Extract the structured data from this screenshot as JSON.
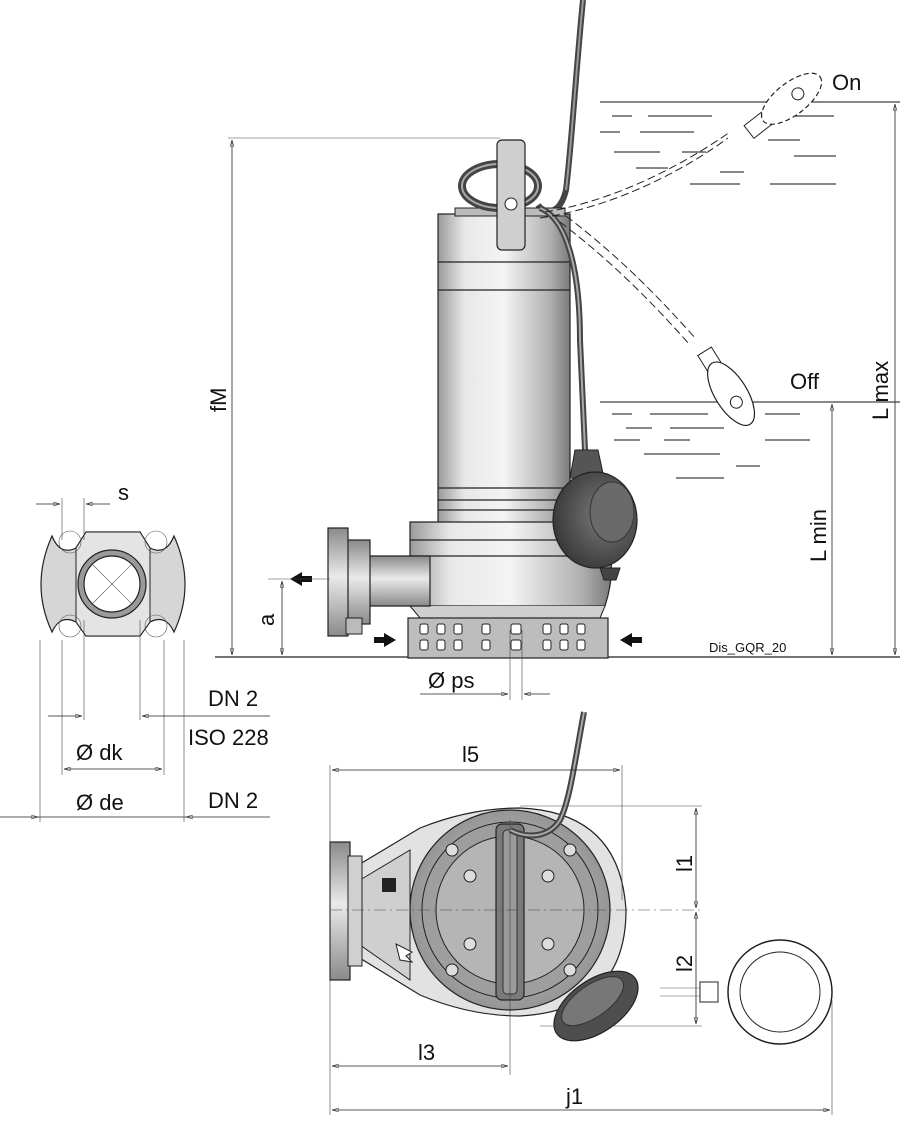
{
  "labels": {
    "on": "On",
    "off": "Off",
    "l_max": "L max",
    "l_min": "L min",
    "fm": "fM",
    "a": "a",
    "s": "s",
    "ps": "Ø ps",
    "dn2_top": "DN 2",
    "iso": "ISO 228",
    "dk": "Ø dk",
    "de": "Ø de",
    "dn2_bottom": "DN 2",
    "l5": "l5",
    "l1": "l1",
    "l2": "l2",
    "l3": "l3",
    "j1": "j1",
    "drawing_id": "Dis_GQR_20"
  },
  "colors": {
    "line": "#222222",
    "body_light": "#e6e6e6",
    "body_mid": "#bdbdbd",
    "body_dark": "#6a6a6a",
    "float_dark": "#555555"
  }
}
